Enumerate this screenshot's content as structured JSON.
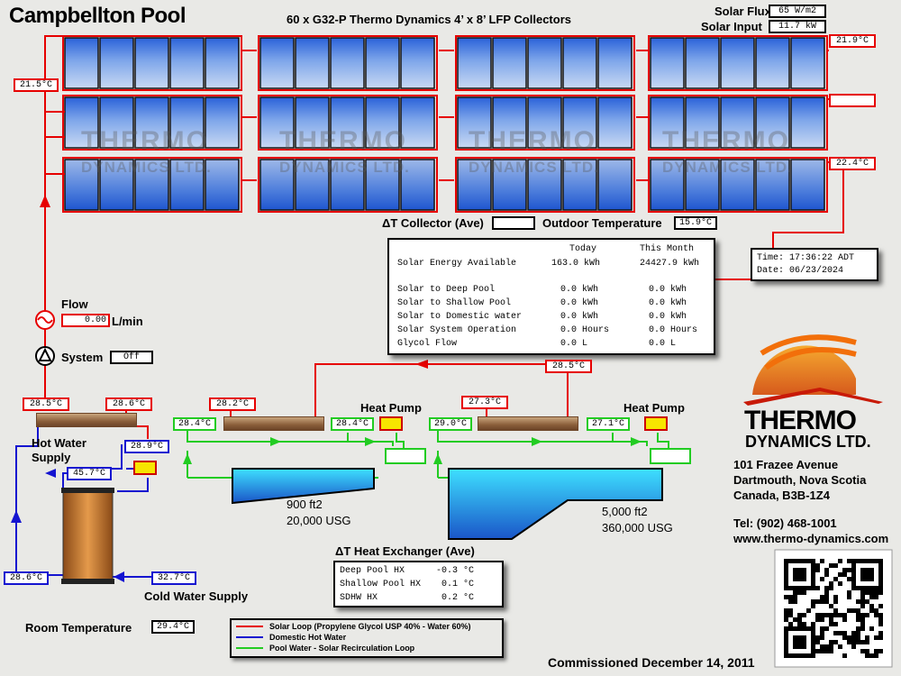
{
  "header": {
    "title": "Campbellton Pool",
    "subtitle": "60 x G32-P Thermo Dynamics 4’ x 8’ LFP Collectors",
    "solar_flux_label": "Solar Flux",
    "solar_flux_value": "65 W/m2",
    "solar_input_label": "Solar Input",
    "solar_input_value": "11.7 kW"
  },
  "collector": {
    "supply_temp": "21.5°C",
    "top_right_temp": "21.9°C",
    "mid_right_temp": "",
    "bottom_right_temp": "22.4°C",
    "delta_label": "ΔT Collector (Ave)",
    "delta_value": "",
    "outdoor_label": "Outdoor Temperature",
    "outdoor_value": "15.9°C",
    "watermark_1": "THERMO",
    "watermark_2": "DYNAMICS LTD."
  },
  "stats": {
    "col_today": "Today",
    "col_month": "This Month",
    "rows": [
      {
        "label": "Solar Energy Available",
        "today": "163.0 kWh",
        "month": "24427.9 kWh"
      },
      {
        "label": "Solar to Deep Pool",
        "today": "0.0 kWh",
        "month": "0.0 kWh"
      },
      {
        "label": "Solar to Shallow Pool",
        "today": "0.0 kWh",
        "month": "0.0 kWh"
      },
      {
        "label": "Solar to Domestic water",
        "today": "0.0 kWh",
        "month": "0.0 kWh"
      },
      {
        "label": "Solar System Operation",
        "today": "0.0 Hours",
        "month": "0.0 Hours"
      },
      {
        "label": "Glycol Flow",
        "today": "0.0 L",
        "month": "0.0 L"
      }
    ]
  },
  "clock": {
    "time": "Time: 17:36:22 ADT",
    "date": "Date: 06/23/2024"
  },
  "loop": {
    "flow_label": "Flow",
    "flow_value": "0.00",
    "flow_unit": "L/min",
    "system_label": "System",
    "system_value": "Off",
    "return_temp": "28.5°C",
    "t_hx1_left": "28.5°C",
    "t_hx1_right": "28.6°C",
    "t_hx2_in": "28.2°C",
    "t_hx3_in": "27.3°C",
    "t_dhw_hx": "28.9°C"
  },
  "dhw": {
    "label_line1": "Hot Water",
    "label_line2": "Supply",
    "hot_temp": "45.7°C",
    "tank_temp": "28.6°C",
    "cold_temp": "32.7°C",
    "cold_label": "Cold Water Supply"
  },
  "pools": {
    "heat_pump_label": "Heat Pump",
    "shallow_in": "28.4°C",
    "shallow_out": "28.4°C",
    "shallow_area": "900 ft2",
    "shallow_volume": "20,000 USG",
    "deep_in": "29.0°C",
    "deep_out": "27.1°C",
    "deep_area": "5,000 ft2",
    "deep_volume": "360,000 USG"
  },
  "hx_panel": {
    "title": "ΔT Heat Exchanger (Ave)",
    "rows": [
      {
        "label": "Deep Pool HX",
        "value": "-0.3 °C"
      },
      {
        "label": "Shallow Pool HX",
        "value": "0.1 °C"
      },
      {
        "label": "SDHW HX",
        "value": "0.2 °C"
      }
    ]
  },
  "room": {
    "label": "Room Temperature",
    "value": "29.4°C"
  },
  "legend": {
    "solar": "Solar Loop (Propylene Glycol USP 40% - Water 60%)",
    "domestic": "Domestic Hot Water",
    "pool": "Pool Water - Solar Recirculation Loop",
    "colors": {
      "solar": "#e60000",
      "domestic": "#1414d0",
      "pool": "#22cc22"
    }
  },
  "company": {
    "logo_line1": "THERMO",
    "logo_line2": "DYNAMICS LTD.",
    "address1": "101 Frazee Avenue",
    "address2": "Dartmouth, Nova Scotia",
    "address3": "Canada, B3B-1Z4",
    "phone": "Tel:  (902) 468-1001",
    "web": "www.thermo-dynamics.com"
  },
  "footer": {
    "commissioned": "Commissioned December 14, 2011"
  }
}
